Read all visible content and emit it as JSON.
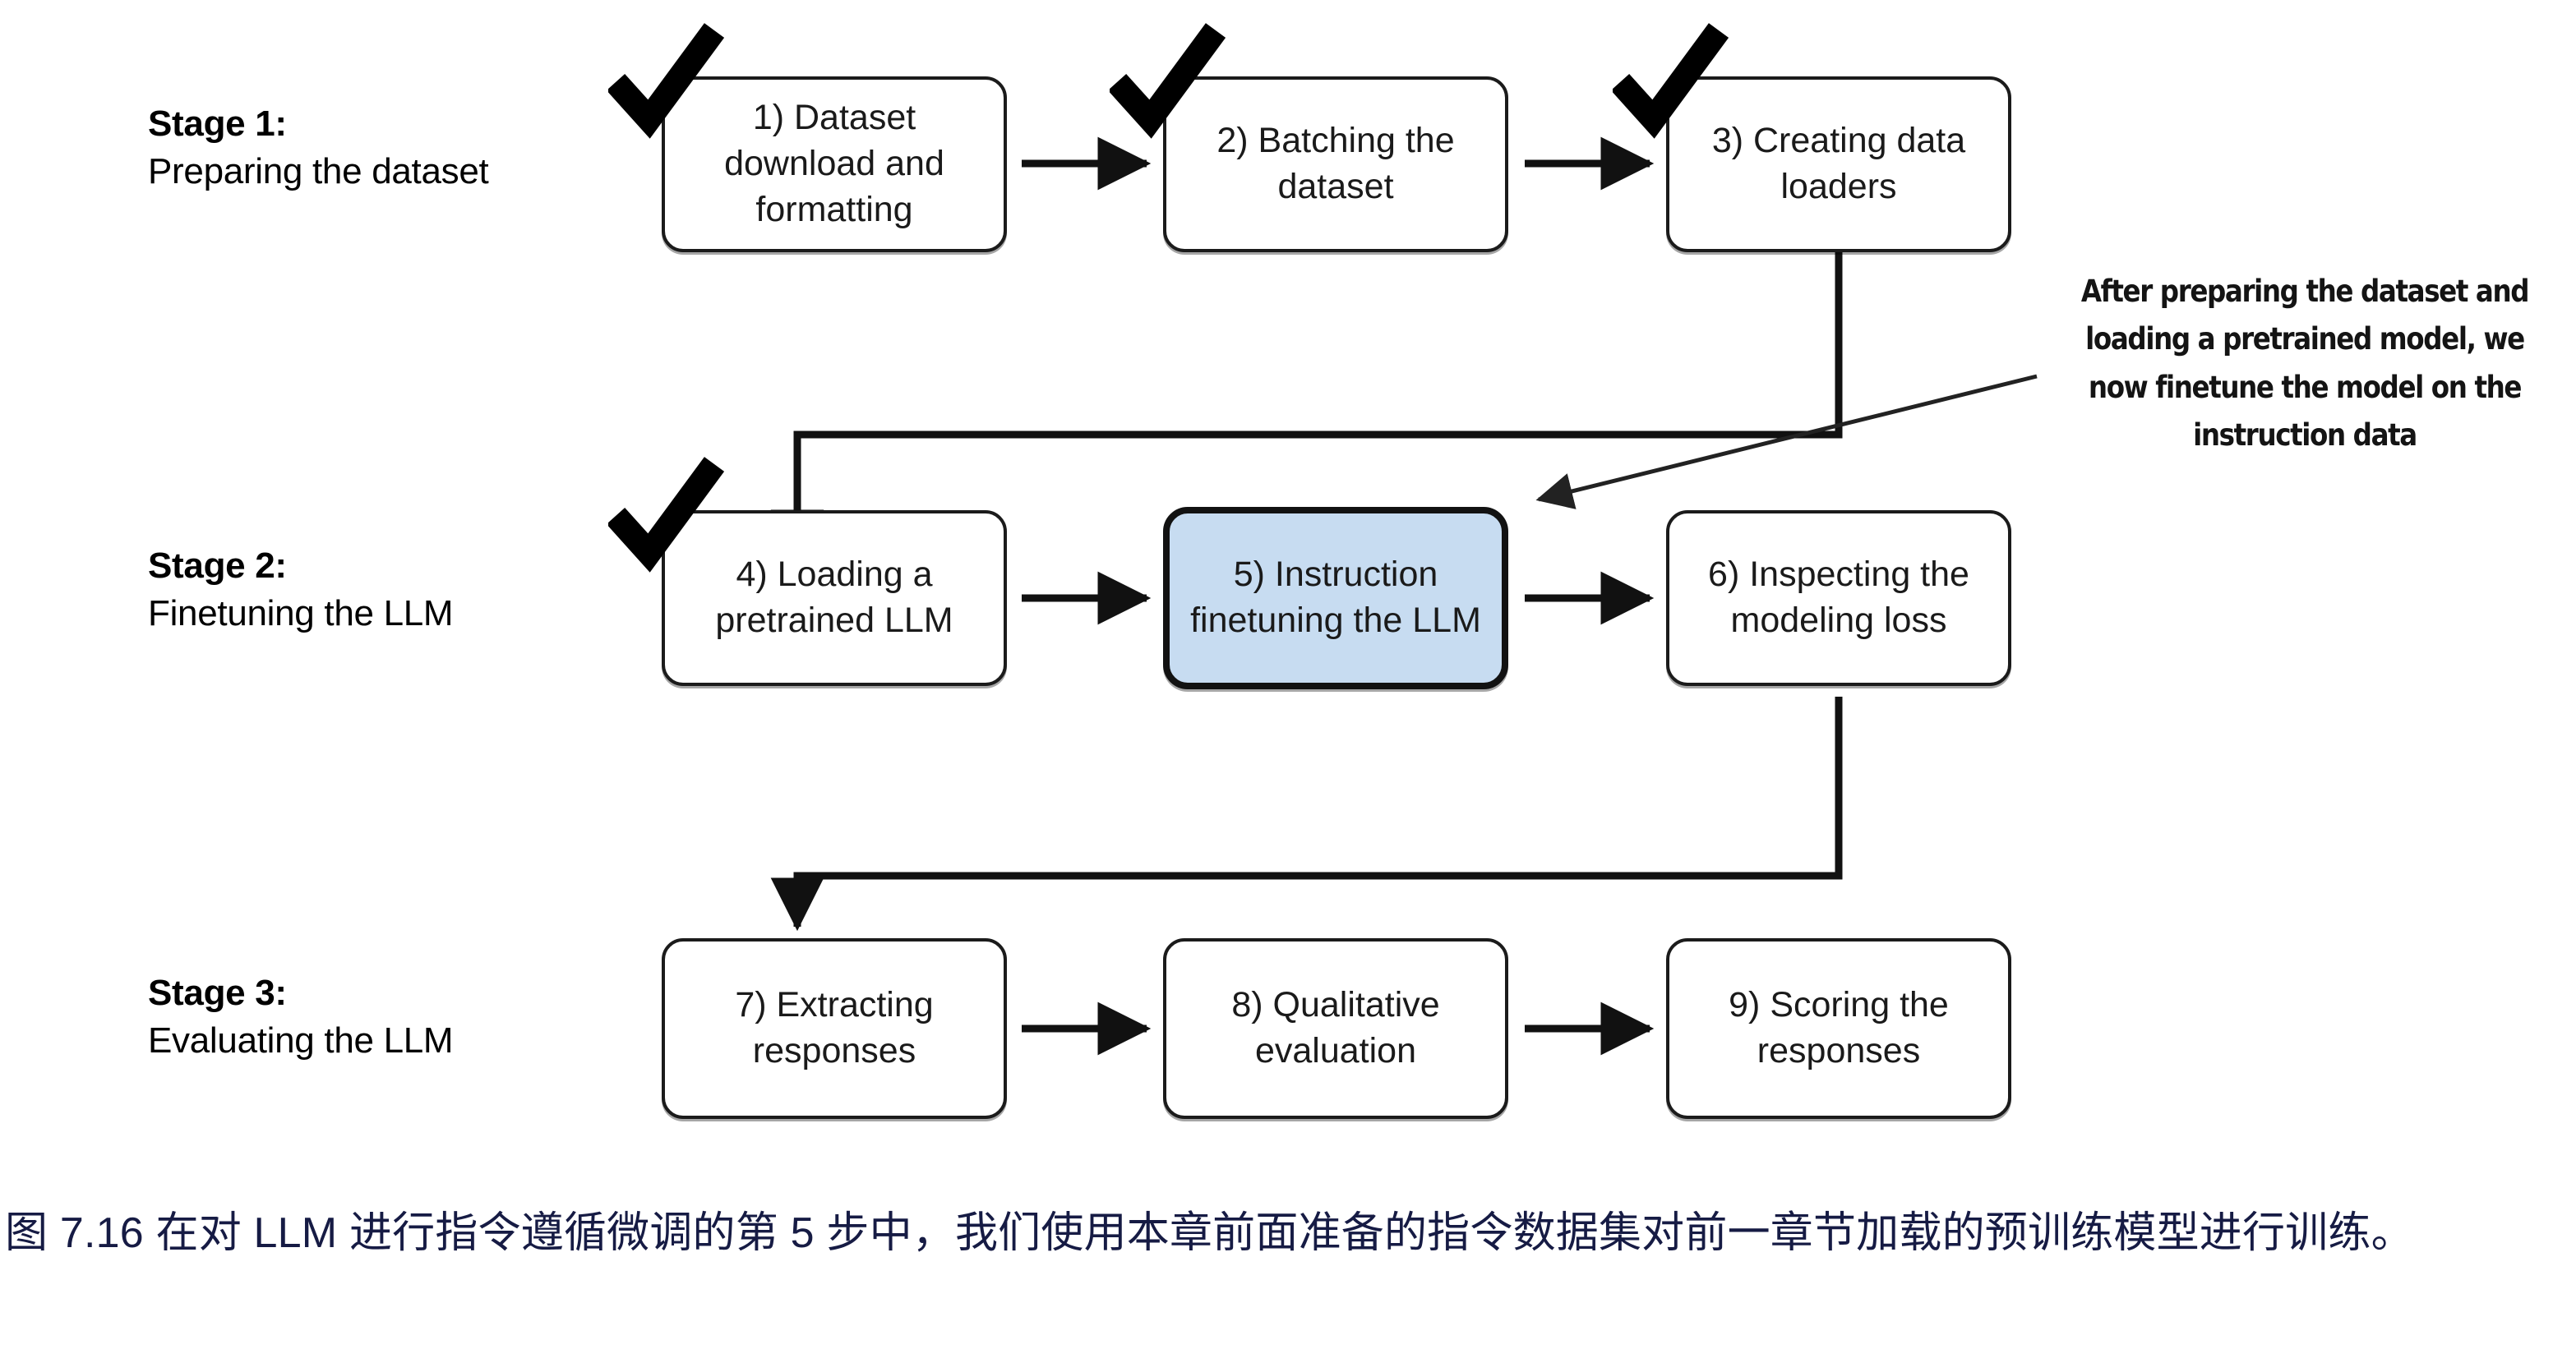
{
  "figure": {
    "caption": "图 7.16 在对 LLM 进行指令遵循微调的第 5 步中，我们使用本章前面准备的指令数据集对前一章节加载的预训练模型进行训练。",
    "highlight_color": "#c7dcf1",
    "caption_color": "#161b44",
    "box_border_color": "#1b1b1b"
  },
  "stages": [
    {
      "title": "Stage 1:",
      "subtitle": "Preparing the dataset"
    },
    {
      "title": "Stage 2:",
      "subtitle": "Finetuning the LLM"
    },
    {
      "title": "Stage 3:",
      "subtitle": "Evaluating the LLM"
    }
  ],
  "steps": [
    {
      "number": "1)",
      "label": "1) Dataset download and formatting",
      "checked": true,
      "highlighted": false
    },
    {
      "number": "2)",
      "label": "2) Batching the dataset",
      "checked": true,
      "highlighted": false
    },
    {
      "number": "3)",
      "label": "3) Creating data loaders",
      "checked": true,
      "highlighted": false
    },
    {
      "number": "4)",
      "label": "4) Loading a pretrained LLM",
      "checked": true,
      "highlighted": false
    },
    {
      "number": "5)",
      "label": "5) Instruction finetuning the LLM",
      "checked": false,
      "highlighted": true
    },
    {
      "number": "6)",
      "label": "6) Inspecting the modeling loss",
      "checked": false,
      "highlighted": false
    },
    {
      "number": "7)",
      "label": "7) Extracting responses",
      "checked": false,
      "highlighted": false
    },
    {
      "number": "8)",
      "label": "8) Qualitative evaluation",
      "checked": false,
      "highlighted": false
    },
    {
      "number": "9)",
      "label": "9) Scoring the responses",
      "checked": false,
      "highlighted": false
    }
  ],
  "annotation": {
    "text": "After preparing the dataset and loading a pretrained model, we now finetune the model on the instruction data"
  }
}
